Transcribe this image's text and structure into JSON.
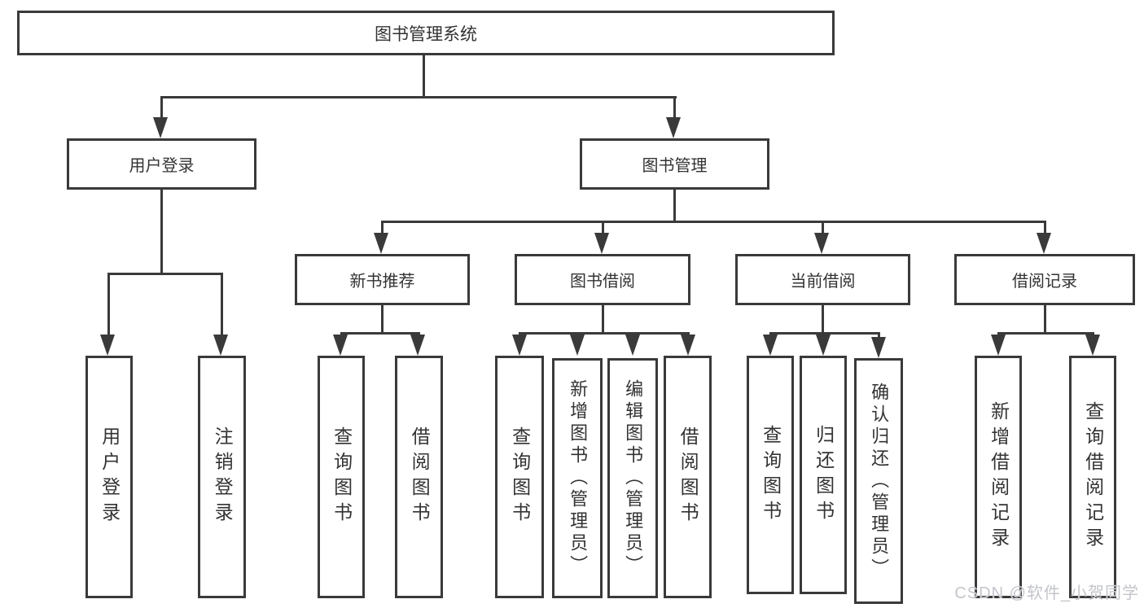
{
  "colors": {
    "line": "#3a3a3a",
    "text": "#333333",
    "box_background": "#ffffff",
    "page_background": "#ffffff",
    "watermark": "#c3c5cb"
  },
  "watermark": "CSDN @软件_小贺同学",
  "tree": {
    "root": "图书管理系统",
    "children": [
      {
        "label": "用户登录",
        "children": [
          {
            "label": "用户登录"
          },
          {
            "label": "注销登录"
          }
        ]
      },
      {
        "label": "图书管理",
        "children": [
          {
            "label": "新书推荐",
            "children": [
              {
                "label": "查询图书"
              },
              {
                "label": "借阅图书"
              }
            ]
          },
          {
            "label": "图书借阅",
            "children": [
              {
                "label": "查询图书"
              },
              {
                "label": "新增图书（管理员）"
              },
              {
                "label": "编辑图书（管理员）"
              },
              {
                "label": "借阅图书"
              }
            ]
          },
          {
            "label": "当前借阅",
            "children": [
              {
                "label": "查询图书"
              },
              {
                "label": "归还图书"
              },
              {
                "label": "确认归还（管理员）"
              }
            ]
          },
          {
            "label": "借阅记录",
            "children": [
              {
                "label": "新增借阅记录"
              },
              {
                "label": "查询借阅记录"
              }
            ]
          }
        ]
      }
    ]
  }
}
